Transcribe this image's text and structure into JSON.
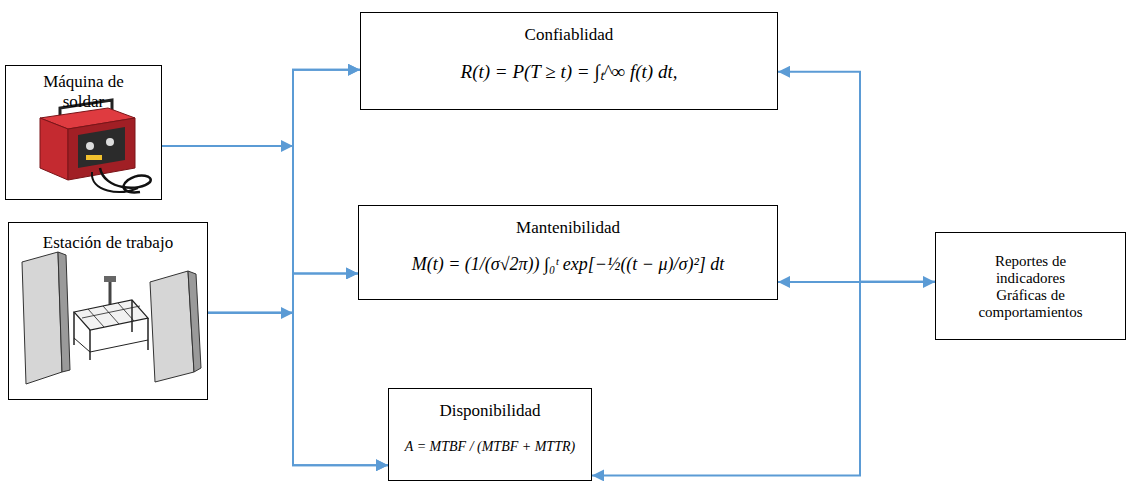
{
  "diagram": {
    "nodes": [
      {
        "text": [
          "Máquina de soldar"
        ]
      },
      {
        "text": [
          "Estación de trabajo"
        ]
      },
      {
        "text": [
          "Confiablidad",
          "R(t) = P(T ≥ t) = ∫ₜ^∞ f(t) dt,"
        ]
      },
      {
        "text": [
          "Mantenibilidad",
          "M(t) = (1/(σ√2π)) ∫₀ᵗ exp[−½((t − μ)/σ)²] dt"
        ]
      },
      {
        "text": [
          "Disponibilidad",
          "A = MTBF / (MTBF + MTTR)"
        ]
      },
      {
        "text": [
          "Reportes de indicadores",
          "Gráficas de comportamientos"
        ]
      }
    ],
    "edges": [
      {
        "from": 0,
        "to": 2,
        "arrow": "to"
      },
      {
        "from": 0,
        "to": 3,
        "arrow": "to"
      },
      {
        "from": 0,
        "to": 4,
        "arrow": "to"
      },
      {
        "from": 1,
        "to": 2,
        "arrow": "to"
      },
      {
        "from": 1,
        "to": 3,
        "arrow": "to"
      },
      {
        "from": 1,
        "to": 4,
        "arrow": "to"
      },
      {
        "from": 3,
        "to": 5,
        "arrow": "both"
      },
      {
        "from": 5,
        "to": 2,
        "arrow": "to"
      },
      {
        "from": 5,
        "to": 4,
        "arrow": "to"
      }
    ]
  }
}
